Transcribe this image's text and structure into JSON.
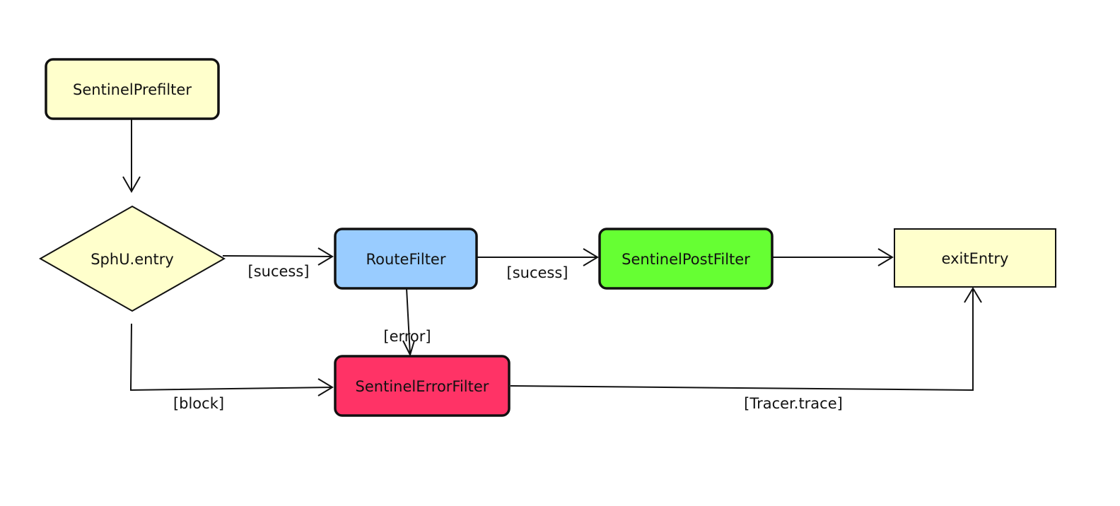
{
  "nodes": {
    "prefilter": {
      "label": "SentinelPrefilter",
      "fill": "#ffffcc"
    },
    "sphu_entry": {
      "label": "SphU.entry",
      "fill": "#ffffcc"
    },
    "route_filter": {
      "label": "RouteFilter",
      "fill": "#99ccff"
    },
    "post_filter": {
      "label": "SentinelPostFilter",
      "fill": "#66ff33"
    },
    "exit_entry": {
      "label": "exitEntry",
      "fill": "#ffffcc"
    },
    "error_filter": {
      "label": "SentinelErrorFilter",
      "fill": "#ff3366"
    }
  },
  "edges": {
    "entry_to_route": {
      "label": "[sucess]"
    },
    "route_to_post": {
      "label": "[sucess]"
    },
    "route_to_error": {
      "label": "[error]"
    },
    "entry_to_error": {
      "label": "[block]"
    },
    "error_to_exit": {
      "label": "[Tracer.trace]"
    }
  },
  "colors": {
    "stroke": "#111111",
    "background": "#ffffff"
  }
}
